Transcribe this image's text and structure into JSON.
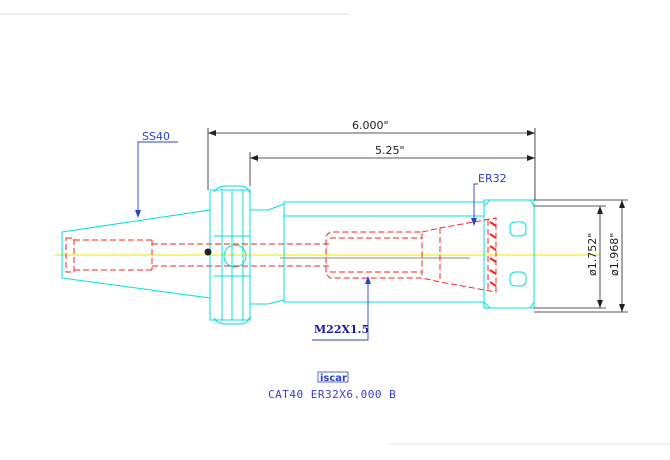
{
  "dimensions": {
    "overall_length": "6.000\"",
    "body_length": "5.25\"",
    "dia_inner": "ø1.752\"",
    "dia_outer": "ø1.968\""
  },
  "callouts": {
    "taper": "SS40",
    "collet": "ER32",
    "thread": "M22X1.5"
  },
  "caption": "CAT40  ER32X6.000  B",
  "logo": "iscar",
  "colors": {
    "outline": "#00e0e0",
    "hidden": "#ff2020",
    "centerline": "#e8e800",
    "dimension": "#222222",
    "callout": "#2a3fd0"
  }
}
